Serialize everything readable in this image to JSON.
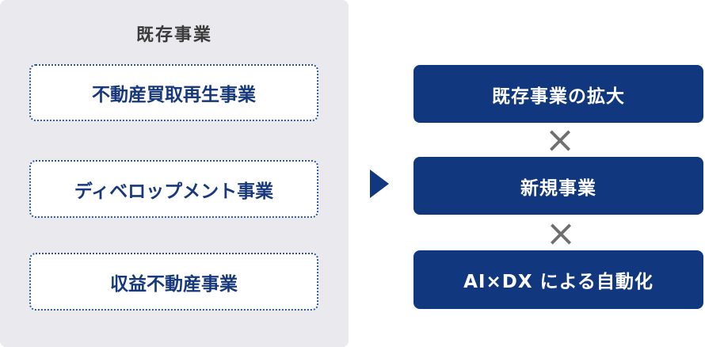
{
  "diagram": {
    "left_panel": {
      "title": "既存事業",
      "items": [
        {
          "label": "不動産買取再生事業"
        },
        {
          "label": "ディベロップメント事業"
        },
        {
          "label": "収益不動産事業"
        }
      ]
    },
    "arrow_icon": "right-triangle",
    "right_column": {
      "items": [
        {
          "label": "既存事業の拡大"
        },
        {
          "label": "新規事業"
        },
        {
          "label": "AI×DX による自動化"
        }
      ],
      "separator": "×"
    },
    "colors": {
      "panel_bg": "#e9e9ee",
      "navy": "#11387e",
      "dotted_border": "#2a55a0",
      "left_item_text": "#17387d",
      "title_text": "#3b3b3b",
      "separator_gray": "#6f6f6f",
      "box_text": "#ffffff"
    }
  }
}
